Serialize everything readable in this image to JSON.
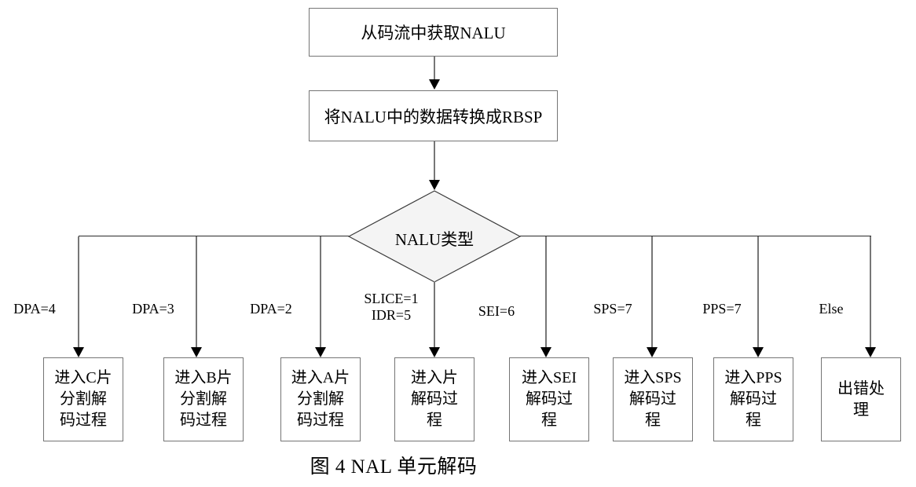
{
  "figure": {
    "top_nodes": [
      {
        "text": "从码流中获取NALU"
      },
      {
        "text": "将NALU中的数据转换成RBSP"
      }
    ],
    "decision": {
      "text": "NALU类型"
    },
    "branches": [
      {
        "label": "DPA=4",
        "target": "进入C片\n分割解\n码过程"
      },
      {
        "label": "DPA=3",
        "target": "进入B片\n分割解\n码过程"
      },
      {
        "label": "DPA=2",
        "target": "进入A片\n分割解\n码过程"
      },
      {
        "label": "SLICE=1\nIDR=5",
        "target": "进入片\n解码过\n程"
      },
      {
        "label": "SEI=6",
        "target": "进入SEI\n解码过\n程"
      },
      {
        "label": "SPS=7",
        "target": "进入SPS\n解码过\n程"
      },
      {
        "label": "PPS=7",
        "target": "进入PPS\n解码过\n程"
      },
      {
        "label": "Else",
        "target": "出错处\n理"
      }
    ],
    "caption": "图 4 NAL 单元解码",
    "colors": {
      "background": "#ffffff",
      "box_border": "#757575",
      "connector_line": "#777777",
      "branch_line": "#2a2a2a",
      "arrowhead": "#000000",
      "diamond_fill": "#f4f4f4",
      "text": "#000000"
    }
  }
}
